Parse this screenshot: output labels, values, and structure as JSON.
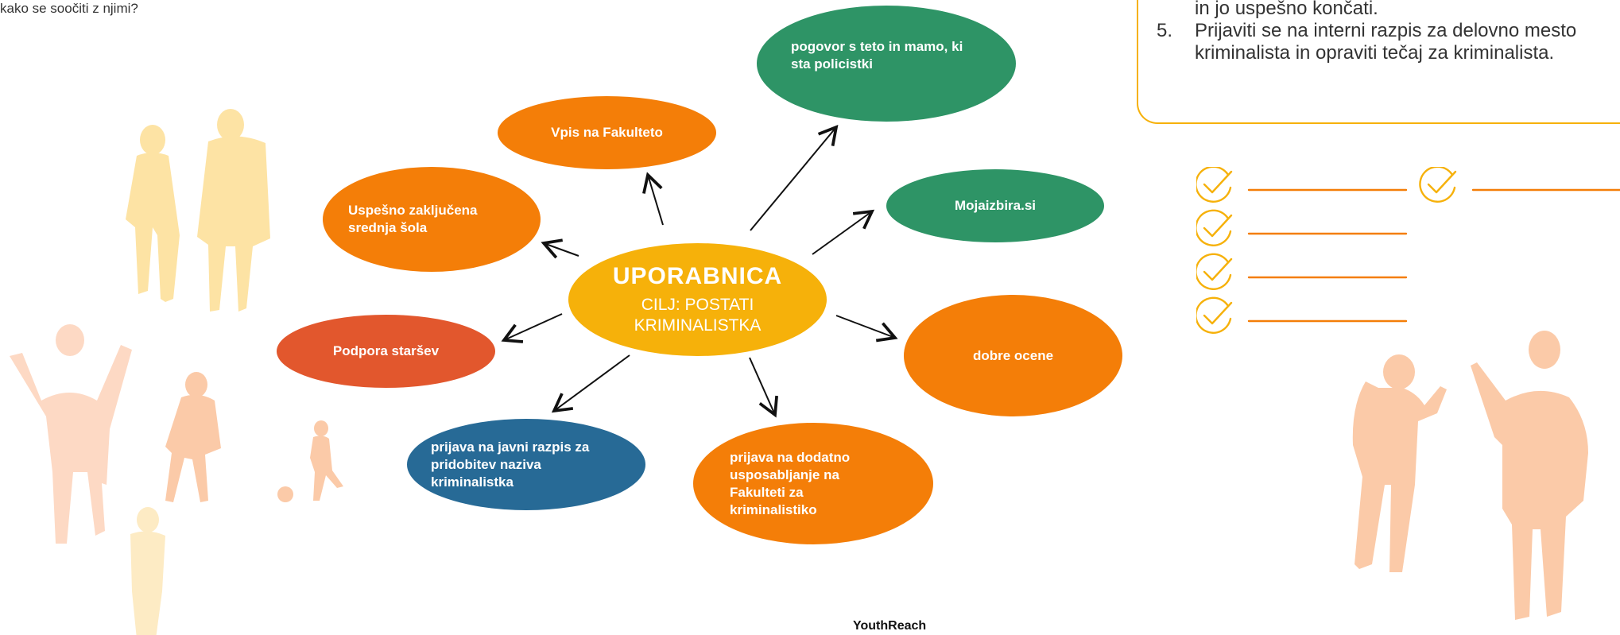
{
  "intro": {
    "question_fragment": "kako se soočiti z njimi?"
  },
  "center": {
    "title": "UPORABNICA",
    "subtitle": "CILJ: POSTATI KRIMINALISTKA",
    "color": "#f6b10a"
  },
  "nodes": [
    {
      "id": "talk-parents",
      "text": "pogovor s teto in mamo, ki sta policistki",
      "color": "#2e9466"
    },
    {
      "id": "enroll-faculty",
      "text": "Vpis na Fakulteto",
      "color": "#f47e08"
    },
    {
      "id": "high-school",
      "text": "Uspešno zaključena srednja šola",
      "color": "#f47e08"
    },
    {
      "id": "mojaizbira",
      "text": "Mojaizbira.si",
      "color": "#2e9466"
    },
    {
      "id": "parent-support",
      "text": "Podpora staršev",
      "color": "#e2572d"
    },
    {
      "id": "good-grades",
      "text": "dobre ocene",
      "color": "#f47e08"
    },
    {
      "id": "public-tender",
      "text": "prijava na javni razpis za pridobitev naziva kriminalistka",
      "color": "#276a96"
    },
    {
      "id": "extra-training",
      "text": "prijava na dodatno usposabljanje na Fakulteti za kriminalistiko",
      "color": "#f47e08"
    }
  ],
  "steps": [
    {
      "number": "",
      "text": "in jo uspešno končati."
    },
    {
      "number": "5.",
      "text": "Prijaviti se na interni razpis za delovno mesto kriminalista in opraviti tečaj za kriminalista."
    }
  ],
  "checklist": {
    "icon": "checkmark-circle-icon",
    "accent": "#f6b10a",
    "line_color": "#f47e08"
  },
  "footer": {
    "brand": "YouthReach"
  }
}
